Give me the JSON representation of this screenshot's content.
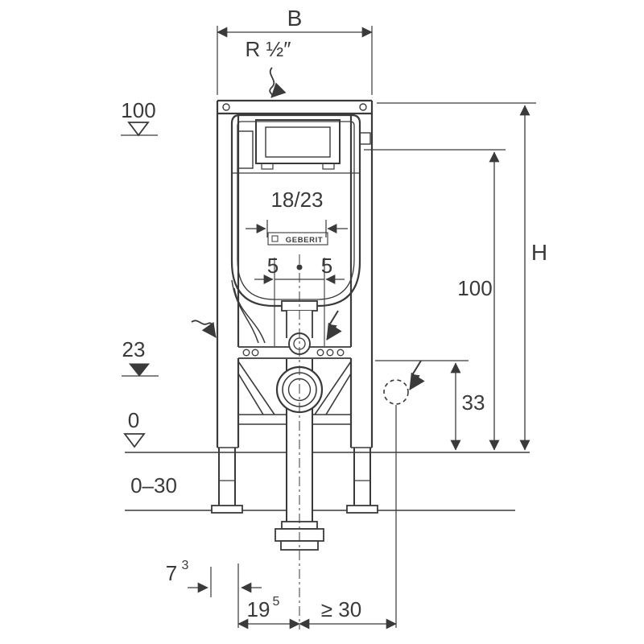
{
  "diagram": {
    "type": "technical-installation-drawing",
    "subject": "Wall-mounted WC concealed cistern frame element, front view with dimensions",
    "brand_label": "GEBERIT",
    "colors": {
      "ink": "#3a3a3a",
      "background": "#ffffff"
    },
    "dimensions": {
      "width_top": "B",
      "water_connection": "R ½″",
      "level_top": "100",
      "depth_variants": "18/23",
      "offset_left": "5",
      "offset_right": "5",
      "height_total": "H",
      "height_actuation": "100",
      "level_outlet": "23",
      "outlet_height": "33",
      "level_floor": "0",
      "floor_finish_range": "0–30",
      "dim_7_base": "7",
      "dim_7_sup": "3",
      "dim_19_base": "19",
      "dim_19_sup": "5",
      "min_side_clearance": "≥ 30"
    }
  }
}
